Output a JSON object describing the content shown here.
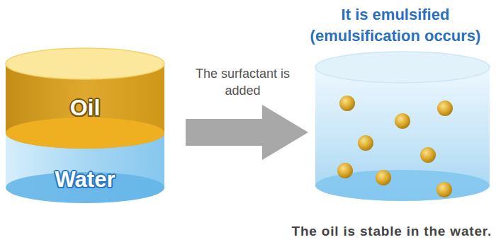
{
  "diagram": {
    "nodes": [
      {
        "text": [
          "Oil"
        ]
      },
      {
        "text": [
          "Water"
        ]
      },
      {
        "text": [
          "It is emulsified (emulsification occurs)",
          "The oil is stable in the water."
        ]
      }
    ],
    "edges": [
      {
        "from": 0,
        "to": 2,
        "arrow": "to",
        "label": "The surfactant is added"
      }
    ]
  }
}
